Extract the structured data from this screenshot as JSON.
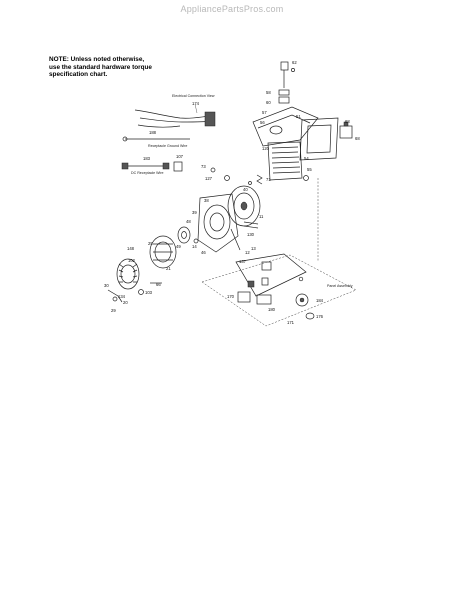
{
  "watermark": "AppliancePartsPros.com",
  "note": {
    "line1": "NOTE: Unless noted otherwise,",
    "line2": "use the standard hardware torque",
    "line3": "specification chart."
  },
  "callouts": {
    "wire_view_title": "Electrical Connection View",
    "receptacle_wire_title": "Receptacle Ground Wire",
    "dc_wire_title": "DC Receptacle Wire",
    "panel_assembly": "Panel Assembly",
    "n174": "174",
    "n188": "188",
    "n183": "183",
    "n107": "107",
    "n62": "62",
    "n58": "58",
    "n60": "60",
    "n57": "57",
    "n56": "56",
    "n51": "51",
    "n68": "68",
    "n120": "120",
    "n54": "54",
    "n55": "55",
    "n73": "73",
    "n127": "127",
    "n71": "71",
    "n40": "40",
    "n39": "39",
    "n38": "38",
    "n11": "11",
    "n48": "48",
    "n49": "49",
    "n14": "14",
    "n46": "46",
    "n130": "130",
    "n12": "12",
    "n25": "25",
    "n21": "21",
    "n148": "148",
    "n102": "102",
    "n66": "66",
    "n103": "103",
    "n170": "170",
    "n176": "176",
    "n184": "184",
    "n180": "180",
    "n171": "171",
    "n134": "134",
    "n30": "30",
    "n20": "20",
    "n29": "29",
    "n13": "13",
    "n137": "137"
  }
}
